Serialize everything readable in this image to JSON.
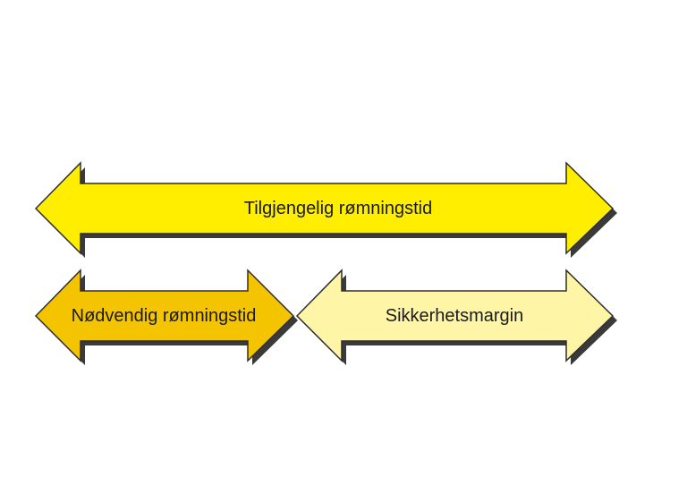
{
  "arrows": {
    "available": {
      "label": "Tilgjengelig rømningstid",
      "color": "#ffee00"
    },
    "required": {
      "label": "Nødvendig rømningstid",
      "color": "#f5c400"
    },
    "margin": {
      "label": "Sikkerhetsmargin",
      "color": "#fff5a6"
    }
  },
  "colors": {
    "shadow": "#3a3a3a",
    "outline": "#2e2e2e"
  }
}
